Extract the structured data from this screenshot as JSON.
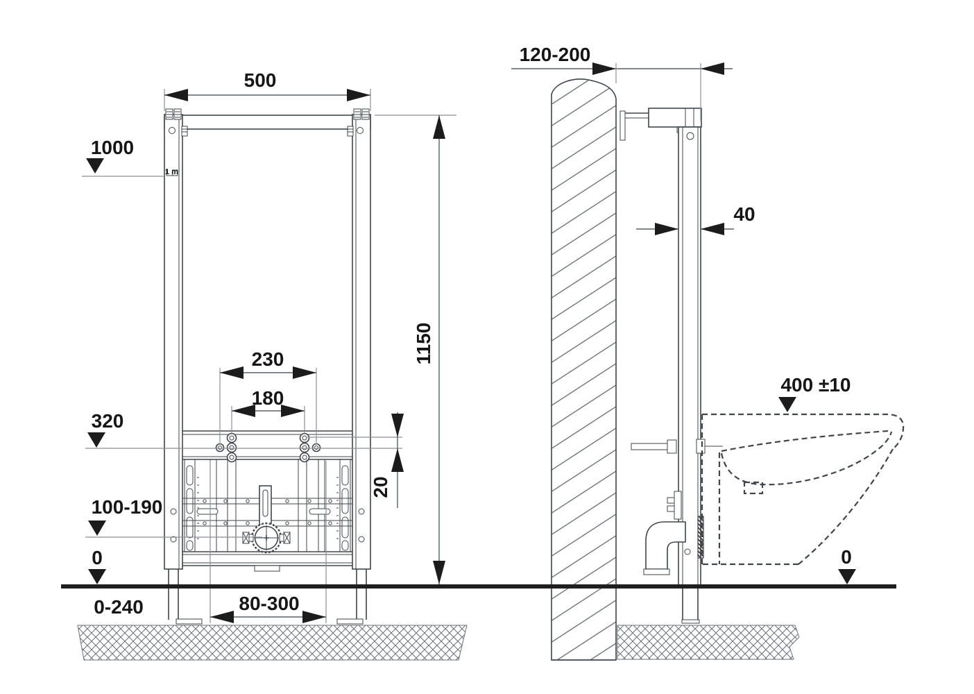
{
  "drawing": {
    "front": {
      "dim_width": "500",
      "datum_top": "1000",
      "rail_mark": "1 m",
      "dim_height": "1150",
      "dim_holes_outer": "230",
      "dim_holes_inner": "180",
      "datum_plate": "320",
      "dim_hole_offset": "20",
      "datum_drain": "100-190",
      "datum_floor": "0",
      "datum_subfloor": "0-240",
      "dim_feet": "80-300"
    },
    "side": {
      "dim_wall_distance": "120-200",
      "dim_profile_depth": "40",
      "datum_ceramic": "400 ±10",
      "datum_floor": "0"
    },
    "colors": {
      "line": "#3f454b",
      "floor_line": "#1f1f1f",
      "label": "#161616"
    }
  }
}
